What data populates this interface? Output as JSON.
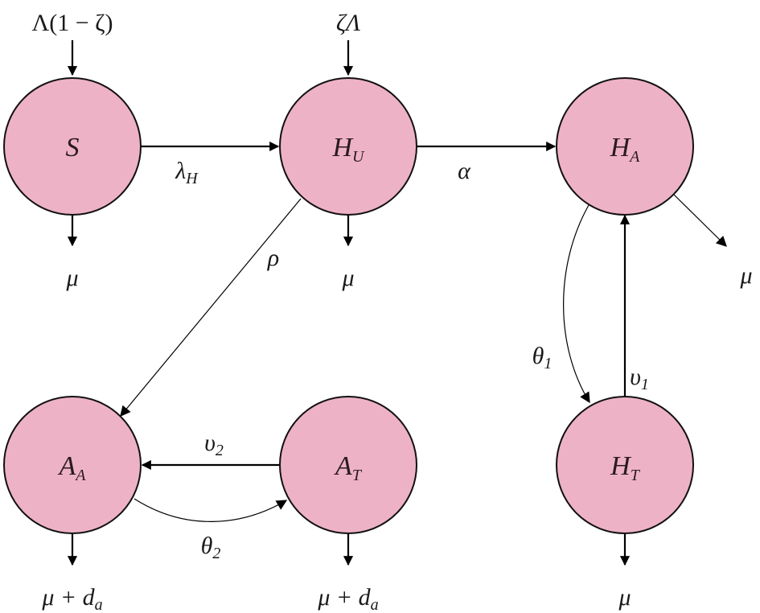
{
  "diagram": {
    "title": "",
    "nodes": [
      {
        "id": "S",
        "main": "S",
        "sub": ""
      },
      {
        "id": "HU",
        "main": "H",
        "sub": "U"
      },
      {
        "id": "HA",
        "main": "H",
        "sub": "A"
      },
      {
        "id": "AA",
        "main": "A",
        "sub": "A"
      },
      {
        "id": "AT",
        "main": "A",
        "sub": "T"
      },
      {
        "id": "HT",
        "main": "H",
        "sub": "T"
      }
    ],
    "inflows": {
      "S": "Λ(1 − ζ)",
      "HU": "ζΛ"
    },
    "outflows": {
      "S": "μ",
      "HU": "μ",
      "HA": "μ",
      "HT": "μ",
      "AA_main": "μ + d",
      "AA_sub": "a",
      "AT_main": "μ + d",
      "AT_sub": "a"
    },
    "transitions": {
      "S_to_HU": {
        "main": "λ",
        "sub": "H"
      },
      "HU_to_HA": {
        "main": "α",
        "sub": ""
      },
      "HU_to_AA": {
        "main": "ρ",
        "sub": ""
      },
      "HA_to_HT": {
        "main": "θ",
        "sub": "1"
      },
      "HT_to_HA": {
        "main": "υ",
        "sub": "1"
      },
      "AT_to_AA": {
        "main": "υ",
        "sub": "2"
      },
      "AA_to_AT": {
        "main": "θ",
        "sub": "2"
      }
    },
    "colors": {
      "node_fill": "#eeb2c6",
      "stroke": "#000000"
    }
  }
}
